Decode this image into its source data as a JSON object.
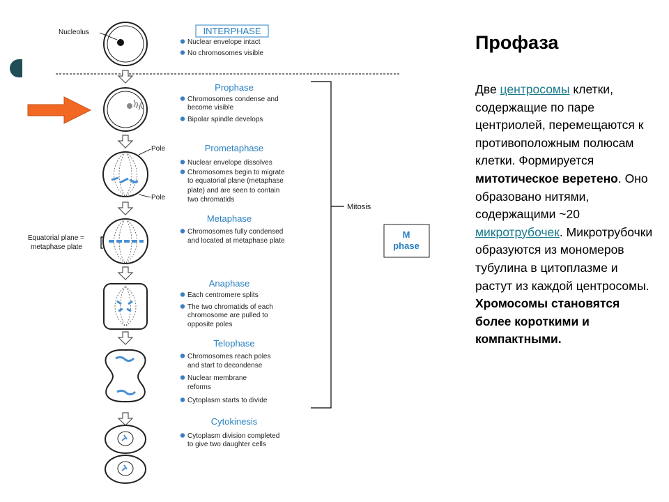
{
  "diagram": {
    "nucleolus_label": "Nucleolus",
    "pole_label": "Pole",
    "equatorial_label_line1": "Equatorial plane =",
    "equatorial_label_line2": "metaphase plate",
    "mitosis_label": "Mitosis",
    "m_phase_line1": "M",
    "m_phase_line2": "phase",
    "stages": [
      {
        "title": "INTERPHASE",
        "bullets": [
          [
            "Nuclear envelope intact"
          ],
          [
            "No chromosomes visible"
          ]
        ]
      },
      {
        "title": "Prophase",
        "bullets": [
          [
            "Chromosomes condense and",
            "become visible"
          ],
          [
            "Bipolar spindle develops"
          ]
        ]
      },
      {
        "title": "Prometaphase",
        "bullets": [
          [
            "Nuclear envelope dissolves"
          ],
          [
            "Chromosomes begin to migrate",
            "to equatorial plane (metaphase",
            "plate) and are seen to contain",
            "two chromatids"
          ]
        ]
      },
      {
        "title": "Metaphase",
        "bullets": [
          [
            "Chromosomes fully condensed",
            "and located at metaphase plate"
          ]
        ]
      },
      {
        "title": "Anaphase",
        "bullets": [
          [
            "Each centromere splits"
          ],
          [
            "The two chromatids of each",
            "chromosome are pulled to",
            "opposite poles"
          ]
        ]
      },
      {
        "title": "Telophase",
        "bullets": [
          [
            "Chromosomes reach poles",
            "and start to decondense"
          ],
          [
            "Nuclear membrane",
            "reforms"
          ],
          [
            "Cytoplasm starts to divide"
          ]
        ]
      },
      {
        "title": "Cytokinesis",
        "bullets": [
          [
            "Cytoplasm division completed",
            "to give two daughter cells"
          ]
        ]
      }
    ]
  },
  "text": {
    "title": "Профаза",
    "p1": "Две ",
    "link1": "центросомы",
    "p2": " клетки, содержащие по паре центриолей, перемещаются к противоположным полюсам клетки. Формируется ",
    "bold1": "митотическое веретено",
    "p3": ". Оно образовано нитями, содержащими ~20 ",
    "link2": "микротрубочек",
    "p4": ". Микротрубочки образуются из мономеров тубулина в цитоплазме и растут из каждой центросомы. ",
    "bold2": "Хромосомы становятся более короткими и компактными."
  },
  "colors": {
    "stage_title": "#2a80c0",
    "arrow": "#f26722",
    "bullet_dot": "#3a7fc4",
    "chromosome": "#4a90d0",
    "link": "#1a7a8a"
  }
}
